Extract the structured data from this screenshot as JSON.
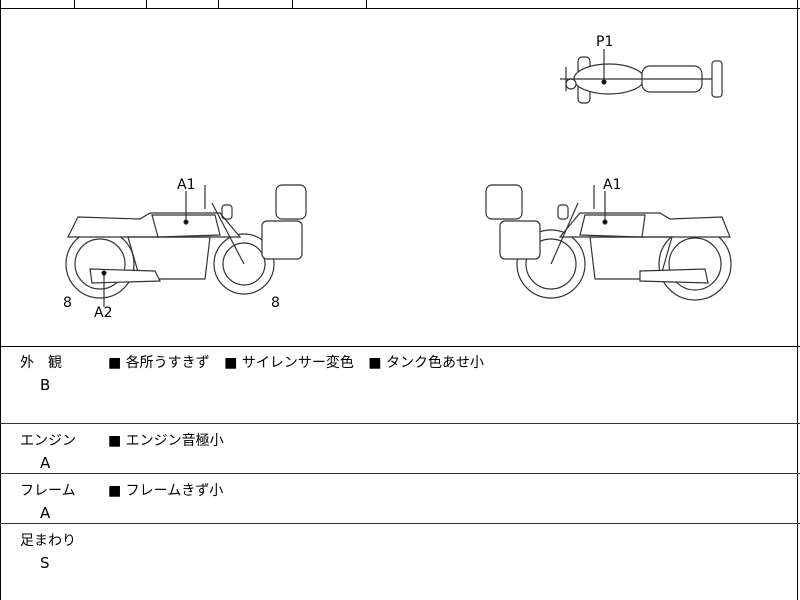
{
  "diagram": {
    "labels": {
      "p1": "P1",
      "a1_left": "A1",
      "a2_left": "A2",
      "eight_rear_left": "8",
      "eight_front_left": "8",
      "a1_right": "A1"
    }
  },
  "sections": [
    {
      "name": "外　観",
      "grade": "B",
      "items": [
        "■ 各所うすきず",
        "■ サイレンサー変色",
        "■ タンク色あせ小"
      ]
    },
    {
      "name": "エンジン",
      "grade": "A",
      "items": [
        "■ エンジン音極小"
      ]
    },
    {
      "name": "フレーム",
      "grade": "A",
      "items": [
        "■ フレームきず小"
      ]
    },
    {
      "name": "足まわり",
      "grade": "S",
      "items": []
    }
  ]
}
